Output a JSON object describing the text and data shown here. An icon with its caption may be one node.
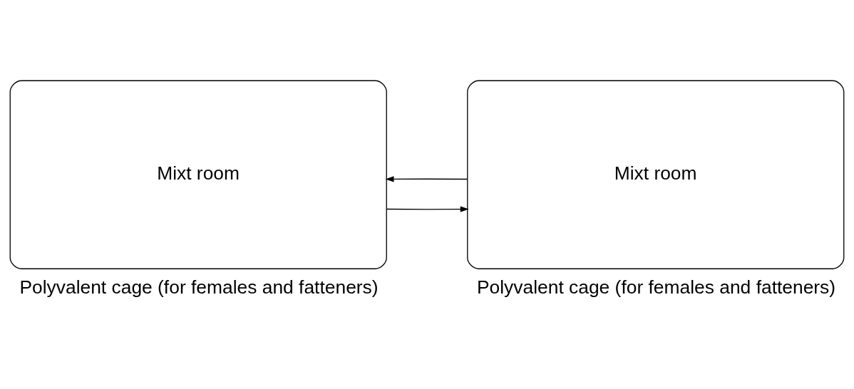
{
  "diagram": {
    "nodes": [
      {
        "text": [
          "Mixt room"
        ],
        "beside": [
          "Polyvalent cage (for females and fatteners)"
        ]
      },
      {
        "text": [
          "Mixt room"
        ],
        "beside": [
          "Polyvalent cage (for females and fatteners)"
        ]
      }
    ],
    "edges": [
      {
        "from": 0,
        "to": 1,
        "arrow": "to"
      },
      {
        "from": 1,
        "to": 0,
        "arrow": "to"
      }
    ]
  }
}
